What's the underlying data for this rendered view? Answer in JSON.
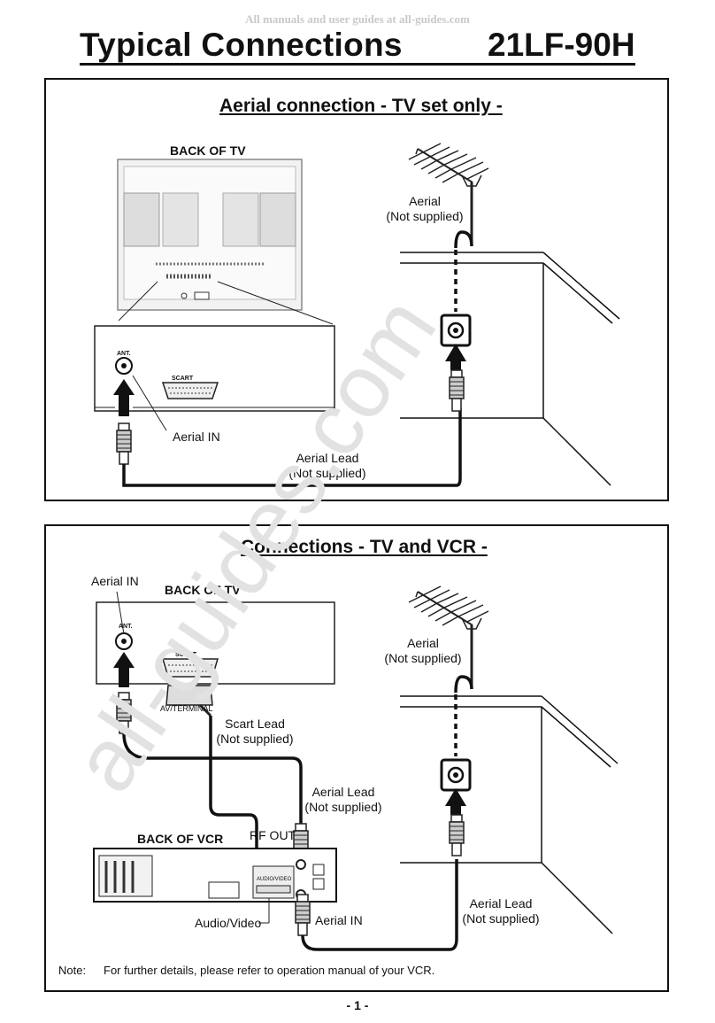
{
  "header": {
    "watermark": "All manuals and user guides at all-guides.com",
    "title": "Typical Connections",
    "model": "21LF-90H"
  },
  "watermark_diagonal": "all-guides.com",
  "section1": {
    "heading": "Aerial connection - TV set only -",
    "back_of_tv": "BACK OF TV",
    "ant_label": "ANT.",
    "scart_label": "SCART",
    "aerial": "Aerial",
    "aerial_note": "(Not supplied)",
    "aerial_in": "Aerial IN",
    "aerial_lead": "Aerial Lead",
    "aerial_lead_note": "(Not supplied)"
  },
  "section2": {
    "heading": "Connections - TV and VCR -",
    "aerial_in_top": "Aerial IN",
    "back_of_tv": "BACK OF TV",
    "ant_label": "ANT.",
    "scart_label": "SCART",
    "av_terminal": "AV/TERMINAL",
    "aerial": "Aerial",
    "aerial_note": "(Not supplied)",
    "scart_lead": "Scart Lead",
    "scart_lead_note": "(Not supplied)",
    "aerial_lead_mid": "Aerial Lead",
    "aerial_lead_mid_note": "(Not supplied)",
    "rf_out": "RF OUT",
    "back_of_vcr": "BACK OF VCR",
    "audio_video_small": "AUDIO/VIDEO",
    "audio_video": "Audio/Video",
    "aerial_in_vcr": "Aerial IN",
    "aerial_lead_right": "Aerial Lead",
    "aerial_lead_right_note": "(Not supplied)"
  },
  "note": {
    "label": "Note:",
    "text": "For further details, please refer to operation manual of your VCR."
  },
  "footer": {
    "page": "- 1 -"
  }
}
